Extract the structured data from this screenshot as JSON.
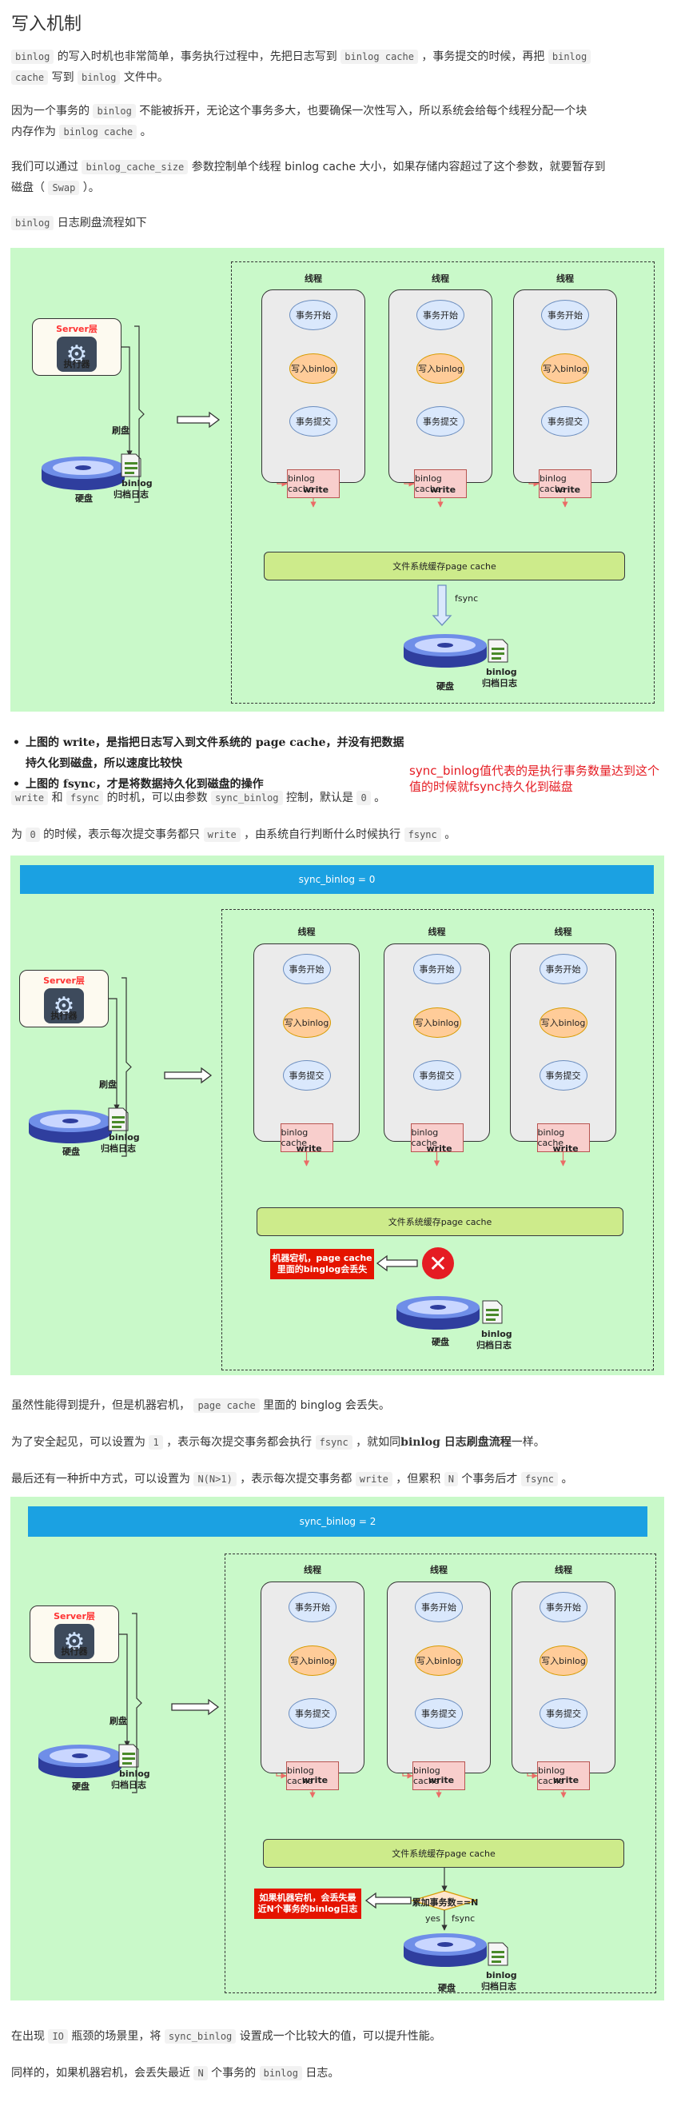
{
  "title": "写入机制",
  "p1": {
    "code1": "binlog",
    "t1": " 的写入时机也非常简单，事务执行过程中，先把日志写到 ",
    "code2": "binlog cache",
    "t2": " ，事务提交的时候，再把 ",
    "code3": "binlog",
    "line2code": "cache",
    "t3": " 写到 ",
    "code4": "binlog",
    "t4": " 文件中。"
  },
  "p2": {
    "t1": "因为一个事务的 ",
    "code1": "binlog",
    "t2": " 不能被拆开，无论这个事务多大，也要确保一次性写入，所以系统会给每个线程分配一个块",
    "t3": "内存作为 ",
    "code2": "binlog cache",
    "t4": " 。"
  },
  "p3": {
    "t1": "我们可以通过 ",
    "code1": "binlog_cache_size",
    "t2": " 参数控制单个线程 binlog cache 大小，如果存储内容超过了这个参数，就要暂存到",
    "t3": "磁盘（ ",
    "code2": "Swap",
    "t4": " ）。"
  },
  "p4": {
    "code1": "binlog",
    "t1": " 日志刷盘流程如下"
  },
  "diagram_labels": {
    "lane": "线程",
    "start": "事务开始",
    "write_binlog": "写入binlog",
    "commit": "事务提交",
    "cache": "binlog cache",
    "write": "write",
    "page_cache": "文件系统缓存page cache",
    "fsync": "fsync",
    "server": "Server层",
    "executor": "执行器",
    "flush": "刷盘",
    "disk": "硬盘",
    "binlog_file_1": "binlog",
    "binlog_file_2": "归档日志",
    "yes": "yes"
  },
  "bullets": [
    {
      "t1": "上图的 write，是指把日志写入到文件系统的 page cache，并没有把数据持久化到磁盘，所以速度比较快"
    },
    {
      "t1": "上图的 fsync，才是将数据持久化到磁盘的操作"
    }
  ],
  "red_note": "sync_binlog值代表的是执行事务数量达到这个值的时候就fsync持久化到磁盘",
  "p5": {
    "code1": "write",
    "t1": " 和 ",
    "code2": "fsync",
    "t2": " 的时机，可以由参数 ",
    "code3": "sync_binlog",
    "t3": " 控制，默认是 ",
    "code4": "0",
    "t4": " 。"
  },
  "p6": {
    "t1": "为 ",
    "code1": "0",
    "t2": " 的时候，表示每次提交事务都只 ",
    "code2": "write",
    "t3": " ，由系统自行判断什么时候执行 ",
    "code3": "fsync",
    "t4": " 。"
  },
  "banner1": "sync_binlog = 0",
  "redbox1": "机器宕机，page cache里面的binglog会丢失",
  "p7": {
    "t1": "虽然性能得到提升，但是机器宕机， ",
    "code1": "page cache",
    "t2": " 里面的 binglog 会丢失。"
  },
  "p8": {
    "t1": "为了安全起见，可以设置为 ",
    "code1": "1",
    "t2": " ，表示每次提交事务都会执行 ",
    "code2": "fsync",
    "t3": " ，就如同",
    "b1": "binlog 日志刷盘流程",
    "t4": "一样。"
  },
  "p9": {
    "t1": "最后还有一种折中方式，可以设置为 ",
    "code1": "N(N>1)",
    "t2": " ，表示每次提交事务都 ",
    "code2": "write",
    "t3": " ，但累积 ",
    "code3": "N",
    "t4": " 个事务后才 ",
    "code4": "fsync",
    "t5": " 。"
  },
  "banner2": "sync_binlog = 2",
  "redbox2": "如果机器宕机，会丢失最近N个事务的binlog日志",
  "diamond_text": "累加事务数==N",
  "p10": {
    "t1": "在出现 ",
    "code1": "IO",
    "t2": " 瓶颈的场景里，将 ",
    "code2": "sync_binlog",
    "t3": " 设置成一个比较大的值，可以提升性能。"
  },
  "p11": {
    "t1": "同样的，如果机器宕机，会丢失最近 ",
    "code1": "N",
    "t2": " 个事务的 ",
    "code2": "binlog",
    "t3": " 日志。"
  }
}
